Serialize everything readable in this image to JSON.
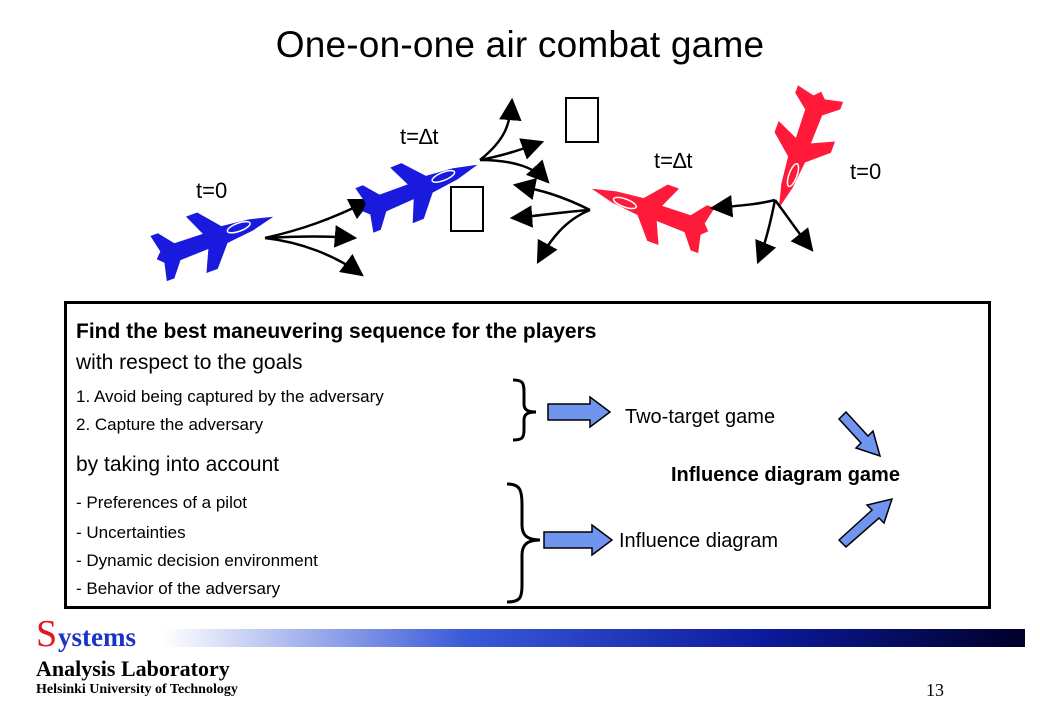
{
  "title": "One-on-one air combat game",
  "scene": {
    "labels": [
      "t=0",
      "t=∆t",
      "t=∆t",
      "t=0"
    ],
    "colors": {
      "blue": "#1a1adf",
      "red": "#ff1a3a"
    }
  },
  "goals_box": {
    "heading": "Find the best maneuvering sequence for the players",
    "line2": "with respect to the goals",
    "goals": [
      "1. Avoid being captured by the adversary",
      "2. Capture the adversary"
    ],
    "line_account": "by taking into account",
    "factors": [
      "- Preferences of a pilot",
      "- Uncertainties",
      "- Dynamic decision environment",
      "- Behavior of the adversary"
    ],
    "two_target": "Two-target game",
    "influence": "Influence diagram",
    "result": "Influence diagram game",
    "arrow_color": "#6f95ef"
  },
  "footer": {
    "logo_s": "S",
    "logo_rest": "ystems",
    "lab": "Analysis Laboratory",
    "university": "Helsinki University of Technology",
    "page": "13"
  }
}
